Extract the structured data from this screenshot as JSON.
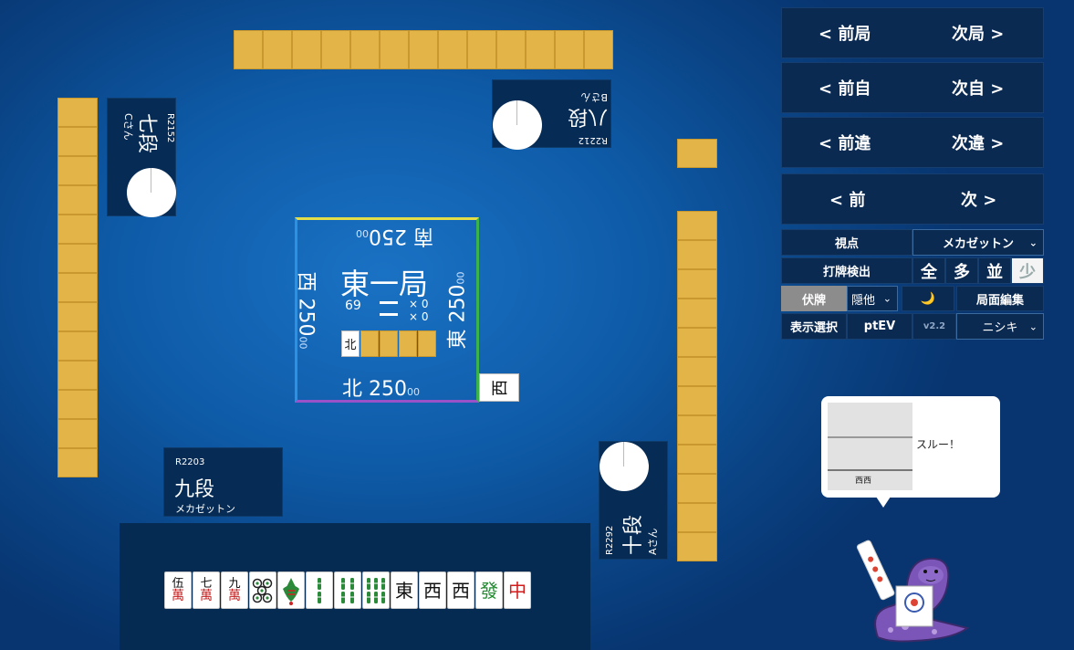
{
  "players": {
    "left": {
      "rate": "R2152",
      "rank": "七段",
      "name": "Cさん"
    },
    "top": {
      "rate": "R2212",
      "rank": "八段",
      "name": "Bさん"
    },
    "bottom": {
      "rate": "R2203",
      "rank": "九段",
      "name": "メカゼットン"
    },
    "right": {
      "rate": "R2292",
      "rank": "十段",
      "name": "Aさん"
    }
  },
  "center": {
    "round": "東一局",
    "remaining": "69",
    "honba": "× 0",
    "kyotaku": "× 0",
    "dora_indicator": "北",
    "scores": {
      "south": {
        "wind": "南",
        "score": "250",
        "cents": "00"
      },
      "west": {
        "wind": "西",
        "score": "250",
        "cents": "00"
      },
      "east": {
        "wind": "東",
        "score": "250",
        "cents": "00"
      },
      "north": {
        "wind": "北",
        "score": "250",
        "cents": "00"
      }
    }
  },
  "discard_tile": "西",
  "hand": [
    {
      "top": "伍",
      "bottom": "萬",
      "color": "#c41e1e"
    },
    {
      "top": "七",
      "bottom": "萬",
      "color": "#c41e1e"
    },
    {
      "top": "九",
      "bottom": "萬",
      "color": "#c41e1e"
    },
    {
      "pin": true
    },
    {
      "bird": true
    },
    {
      "sou": 2
    },
    {
      "sou": 4
    },
    {
      "sou": 6
    },
    {
      "honor": "東",
      "color": "#111"
    },
    {
      "honor": "西",
      "color": "#111"
    },
    {
      "honor": "西",
      "color": "#111"
    },
    {
      "honor": "發",
      "color": "#1f8a2e"
    },
    {
      "honor": "中",
      "color": "#d21d1d"
    }
  ],
  "controls": {
    "prev_round": "< 前局",
    "next_round": "次局 >",
    "prev_self": "< 前自",
    "next_self": "次自 >",
    "prev_diff": "< 前違",
    "next_diff": "次違 >",
    "prev": "< 前",
    "next": "次 >",
    "viewpoint_label": "視点",
    "viewpoint_value": "メカゼットン",
    "discard_detect_label": "打牌検出",
    "detect_options": [
      "全",
      "多",
      "並",
      "少"
    ],
    "fuhai_label": "伏牌",
    "fuhai_value": "隠他",
    "night_icon": "🌙",
    "edit_label": "局面編集",
    "display_select_label": "表示選択",
    "ptev_label": "ptEV",
    "version": "v2.2",
    "ai_select_value": "ニシキ"
  },
  "speech": {
    "text": "スルー！",
    "mini_tile": "西西"
  },
  "colors": {
    "accent_yellow": "#e3b447",
    "panel_dark": "#062c55",
    "button_dark": "#0b2a52"
  }
}
